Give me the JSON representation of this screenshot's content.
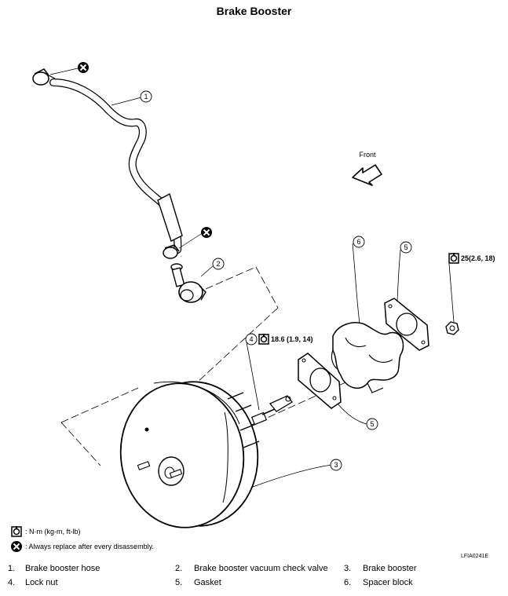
{
  "title": "Brake Booster",
  "front_label": "Front",
  "callouts": [
    "1",
    "2",
    "3",
    "4",
    "5",
    "6",
    "5"
  ],
  "torques": {
    "lock_nut": "18.6 (1.9, 14)",
    "nut": "25(2.6, 18)"
  },
  "legend": {
    "torque": ": N·m (kg-m, ft-lb)",
    "replace": ": Always replace after every disassembly."
  },
  "figure_code": "LFIA0241E",
  "parts": [
    {
      "num": "1.",
      "name": "Brake booster hose"
    },
    {
      "num": "2.",
      "name": "Brake booster vacuum check valve"
    },
    {
      "num": "3.",
      "name": "Brake booster"
    },
    {
      "num": "4.",
      "name": "Lock nut"
    },
    {
      "num": "5.",
      "name": "Gasket"
    },
    {
      "num": "6.",
      "name": "Spacer block"
    }
  ]
}
